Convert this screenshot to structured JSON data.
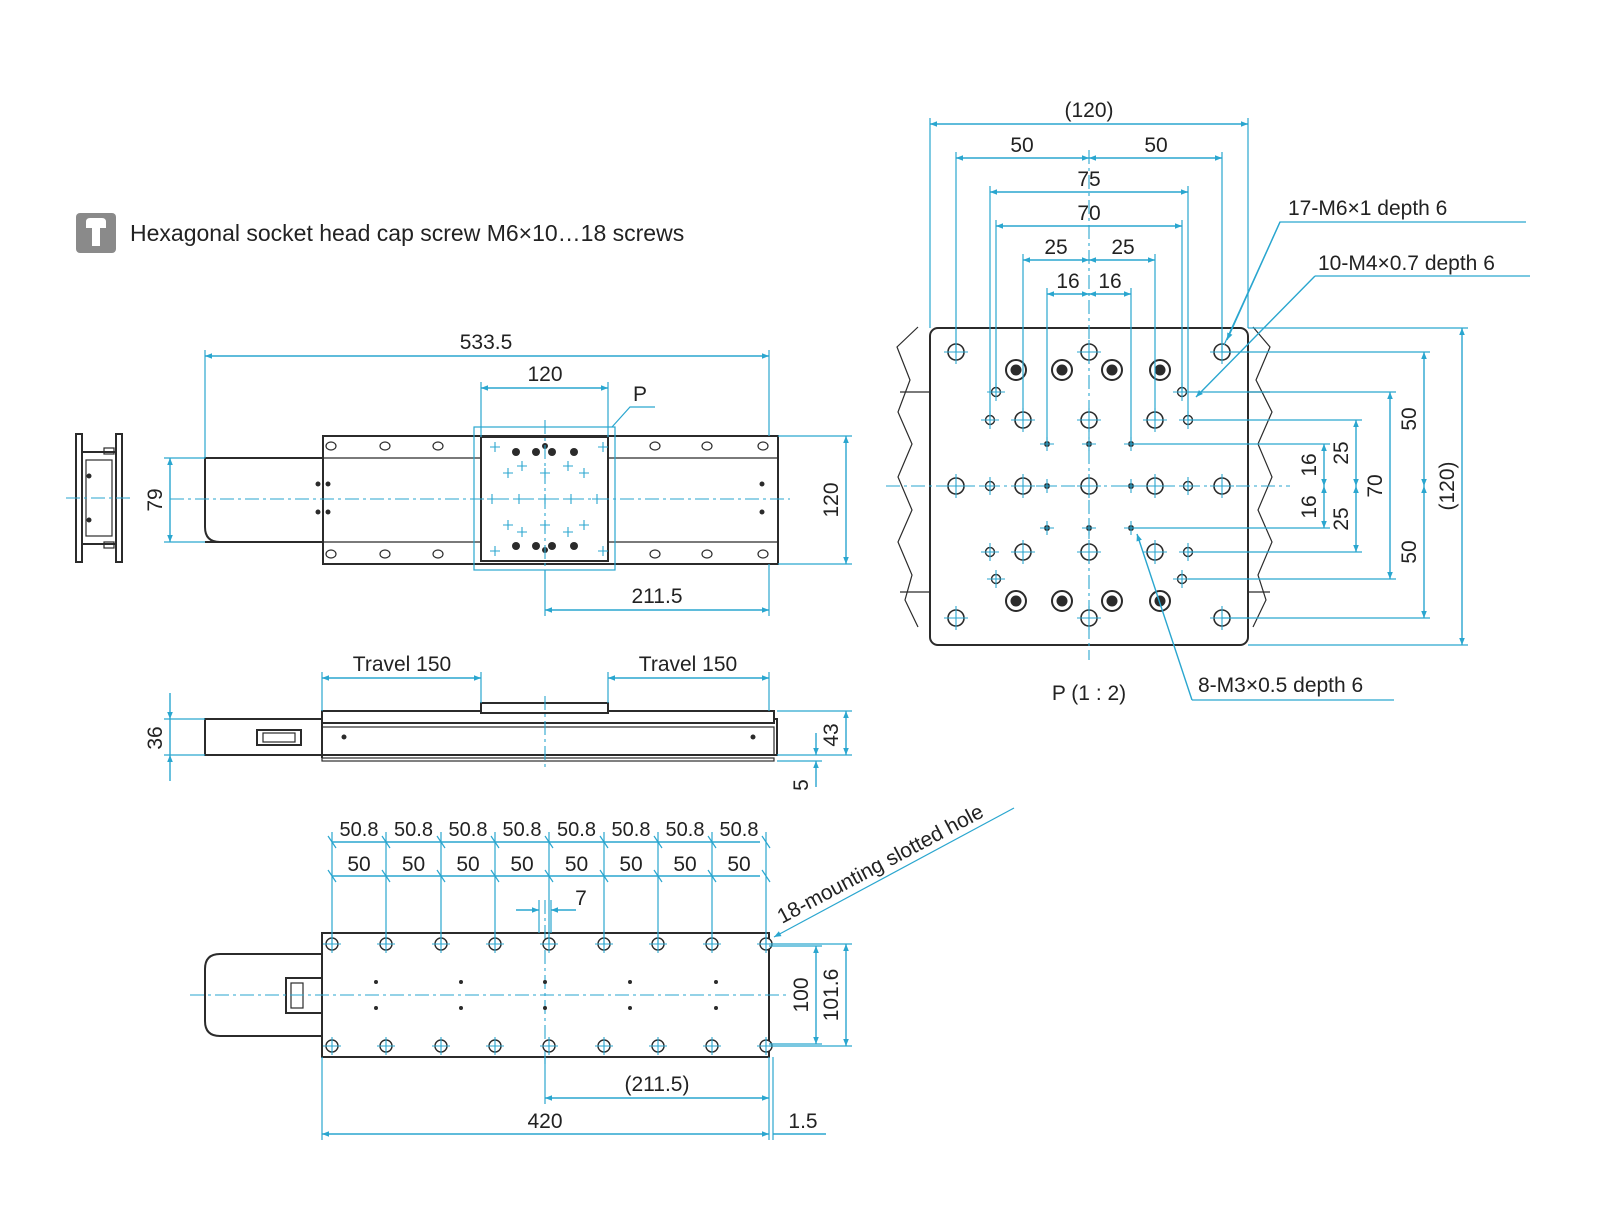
{
  "legend": {
    "icon": "hex-socket-screw-icon",
    "text": "Hexagonal socket head cap screw M6×10…18 screws",
    "icon_color": "#8a8a8a"
  },
  "colors": {
    "dimension": "#2aa6cf",
    "outline": "#2b2b2b"
  },
  "top_view": {
    "overall_length": "533.5",
    "table_width": "120",
    "detail_marker": "P",
    "height_79": "79",
    "height_120": "120",
    "offset_211_5": "211.5"
  },
  "side_view": {
    "travel_left": "Travel 150",
    "travel_right": "Travel 150",
    "height_36": "36",
    "height_43": "43",
    "height_5": "5"
  },
  "bottom_view": {
    "pitch_labels": [
      "50.8",
      "50.8",
      "50.8",
      "50.8",
      "50.8",
      "50.8",
      "50.8",
      "50.8"
    ],
    "spacing_labels": [
      "50",
      "50",
      "50",
      "50",
      "50",
      "50",
      "50",
      "50"
    ],
    "slot_width": "7",
    "slotted_hole_note": "18-mounting slotted hole",
    "width_100": "100",
    "width_101_6": "101.6",
    "ref_211_5": "(211.5)",
    "base_length": "420",
    "offset_1_5": "1.5"
  },
  "detail_view": {
    "title": "P (1 : 2)",
    "top_dims": {
      "overall": "(120)",
      "d50_left": "50",
      "d50_right": "50",
      "d75": "75",
      "d70": "70",
      "d25_left": "25",
      "d25_right": "25",
      "d16_left": "16",
      "d16_right": "16"
    },
    "right_dims": {
      "d50_top": "50",
      "d50_bottom": "50",
      "d25_top": "25",
      "d25_bottom": "25",
      "d16_top": "16",
      "d16_bottom": "16",
      "d70": "70",
      "overall": "(120)"
    },
    "notes": {
      "m6": "17-M6×1 depth 6",
      "m4": "10-M4×0.7 depth 6",
      "m3": "8-M3×0.5 depth 6"
    }
  }
}
